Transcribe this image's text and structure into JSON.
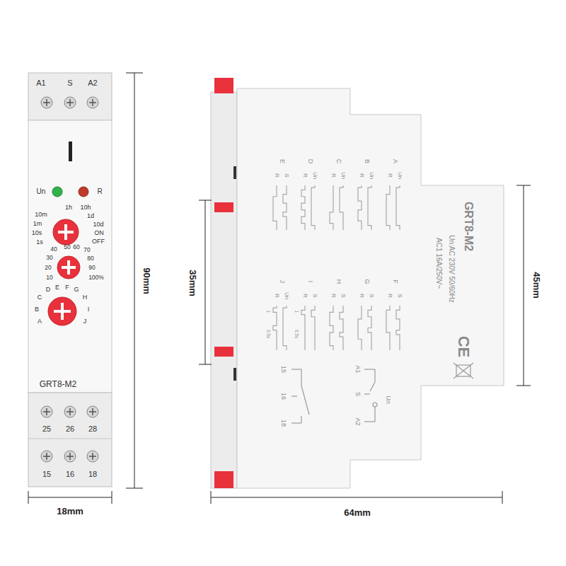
{
  "diagram": {
    "labels": [
      "A1",
      "S",
      "A2",
      "Un",
      "R",
      "1h",
      "10h",
      "10m",
      "1d",
      "1m",
      "10d",
      "10s",
      "ON",
      "1s",
      "OFF",
      "40",
      "50",
      "60",
      "70",
      "30",
      "80",
      "20",
      "90",
      "10",
      "100%",
      "D",
      "E",
      "F",
      "G",
      "C",
      "H",
      "B",
      "I",
      "A",
      "J",
      "GRT8-M2",
      "25",
      "26",
      "28",
      "15",
      "16",
      "18",
      "90mm",
      "18mm",
      "35mm",
      "64mm",
      "45mm",
      "GRT8-M2",
      "Un:AC 230V 50/60Hz",
      "AC1 16A/250V~",
      "CE",
      "A",
      "Un",
      "R",
      "B",
      "Un",
      "R",
      "C",
      "Un",
      "R",
      "D",
      "Un",
      "R",
      "E",
      "S",
      "R",
      "F",
      "S",
      "R",
      "G",
      "S",
      "R",
      "H",
      "S",
      "R",
      "I",
      "S",
      "R",
      "J",
      "Un",
      "R",
      "1",
      "0.5s",
      "1",
      "0.5s",
      "15",
      "16",
      "18",
      "A1",
      "S",
      "A2",
      "Un"
    ]
  }
}
